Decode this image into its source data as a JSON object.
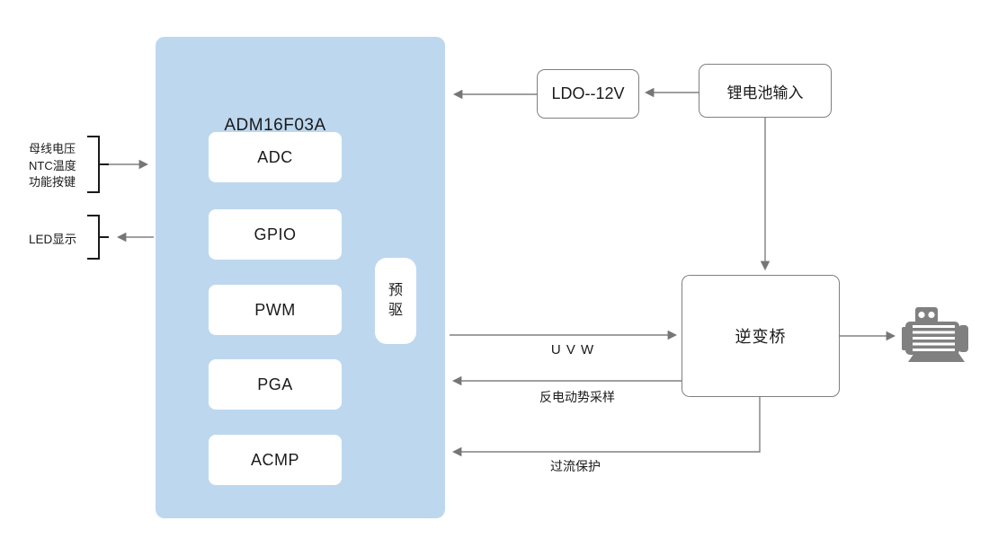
{
  "chip": {
    "title": "ADM16F03A",
    "modules": [
      {
        "label": "ADC"
      },
      {
        "label": "GPIO"
      },
      {
        "label": "PWM"
      },
      {
        "label": "PGA"
      },
      {
        "label": "ACMP"
      }
    ],
    "predriver": {
      "line1": "预",
      "line2": "驱"
    }
  },
  "left_labels": {
    "input_group": [
      "母线电压",
      "NTC温度",
      "功能按键"
    ],
    "led": "LED显示"
  },
  "power_chain": {
    "ldo": "LDO--12V",
    "battery": "锂电池输入"
  },
  "inverter": {
    "label": "逆变桥"
  },
  "signal_labels": {
    "uvw": "U V W",
    "back_emf": "反电动势采样",
    "overcurrent": "过流保护"
  },
  "icons": {
    "motor": "motor-icon"
  },
  "colors": {
    "chip_fill": "#BDD7EE",
    "module_fill": "#FFFFFF",
    "outlined_box_border": "#7F7F7F",
    "connector_line": "#808080",
    "bracket": "#1A1A1A",
    "text": "#1A1A1A",
    "motor_icon": "#808080",
    "background": "#FFFFFF"
  }
}
